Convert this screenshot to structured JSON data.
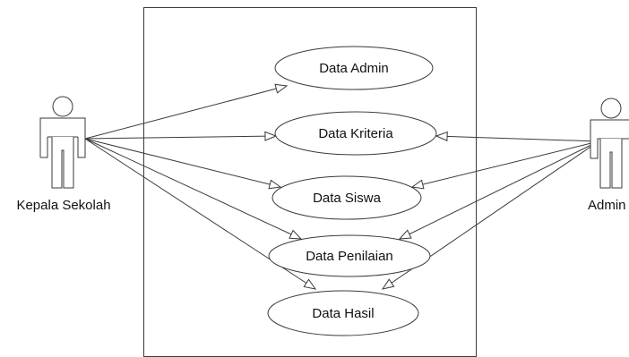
{
  "actors": [
    {
      "id": "kepala",
      "name": "Kepala Sekolah"
    },
    {
      "id": "admin",
      "name": "Admin"
    }
  ],
  "use_cases": [
    {
      "id": "uc_admin",
      "label": "Data Admin"
    },
    {
      "id": "uc_kriteria",
      "label": "Data Kriteria"
    },
    {
      "id": "uc_siswa",
      "label": "Data Siswa"
    },
    {
      "id": "uc_penilaian",
      "label": "Data Penilaian"
    },
    {
      "id": "uc_hasil",
      "label": "Data Hasil"
    }
  ],
  "associations": [
    {
      "from": "kepala",
      "to": "uc_admin"
    },
    {
      "from": "kepala",
      "to": "uc_kriteria"
    },
    {
      "from": "kepala",
      "to": "uc_siswa"
    },
    {
      "from": "kepala",
      "to": "uc_penilaian"
    },
    {
      "from": "kepala",
      "to": "uc_hasil"
    },
    {
      "from": "admin",
      "to": "uc_kriteria"
    },
    {
      "from": "admin",
      "to": "uc_siswa"
    },
    {
      "from": "admin",
      "to": "uc_penilaian"
    },
    {
      "from": "admin",
      "to": "uc_hasil"
    }
  ]
}
